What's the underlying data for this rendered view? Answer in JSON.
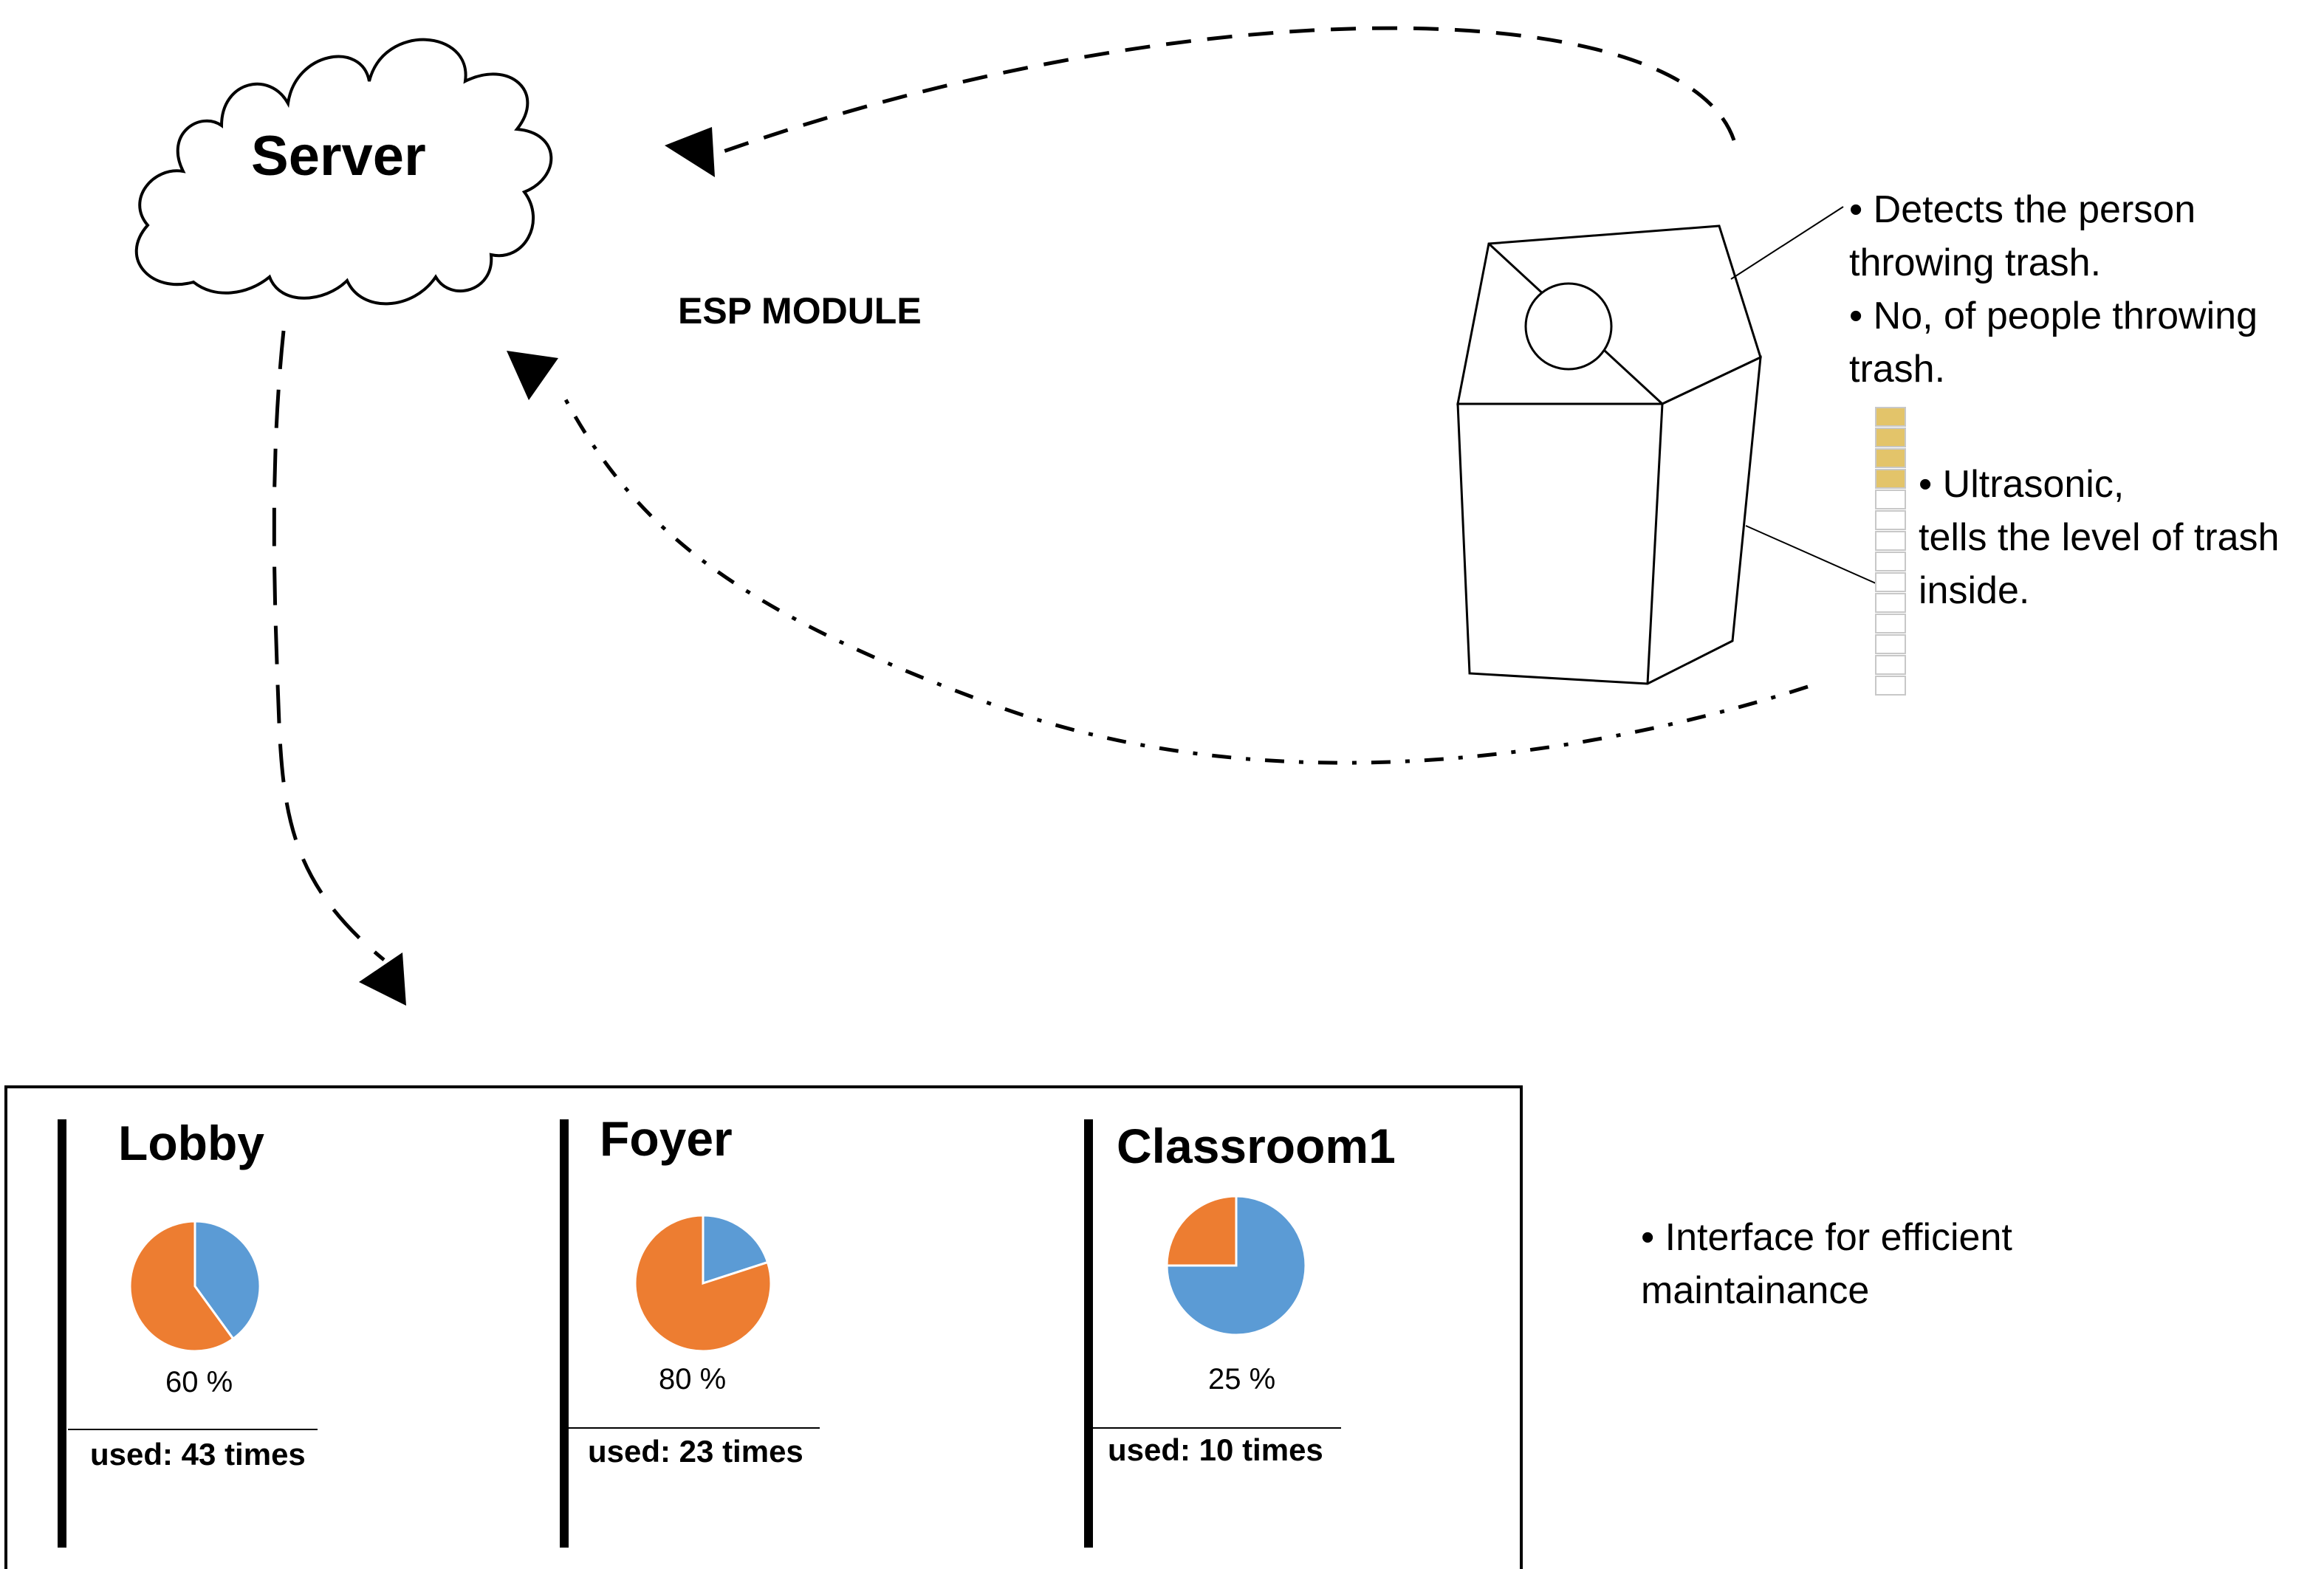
{
  "server": {
    "label": "Server"
  },
  "esp": {
    "label": "ESP MODULE"
  },
  "bin_notes": {
    "detects": "• Detects the person",
    "detects_cont": "throwing trash.",
    "count": "• No, of people throwing",
    "count_cont": "trash.",
    "ultrasonic": "• Ultrasonic,",
    "ultrasonic_cont1": "tells the level of trash",
    "ultrasonic_cont2": "inside."
  },
  "fill_meter": {
    "filled_segments": 4,
    "total_segments": 14,
    "filled_color": "#e3c46a",
    "empty_color": "#ffffff"
  },
  "interface_note": {
    "line1": "• Interface for efficient",
    "line2": "maintainance"
  },
  "colors": {
    "pie_blue": "#5b9bd5",
    "pie_orange": "#ed7d31"
  },
  "chart_data": [
    {
      "type": "pie",
      "title": "Lobby",
      "label": "60 %",
      "used": "used: 43 times",
      "slices": [
        {
          "color": "#5b9bd5",
          "value": 40
        },
        {
          "color": "#ed7d31",
          "value": 60
        }
      ]
    },
    {
      "type": "pie",
      "title": "Foyer",
      "label": "80 %",
      "used": "used: 23 times",
      "slices": [
        {
          "color": "#5b9bd5",
          "value": 20
        },
        {
          "color": "#ed7d31",
          "value": 80
        }
      ]
    },
    {
      "type": "pie",
      "title": "Classroom1",
      "label": "25 %",
      "used": "used: 10 times",
      "slices": [
        {
          "color": "#5b9bd5",
          "value": 75
        },
        {
          "color": "#ed7d31",
          "value": 25
        }
      ]
    }
  ]
}
